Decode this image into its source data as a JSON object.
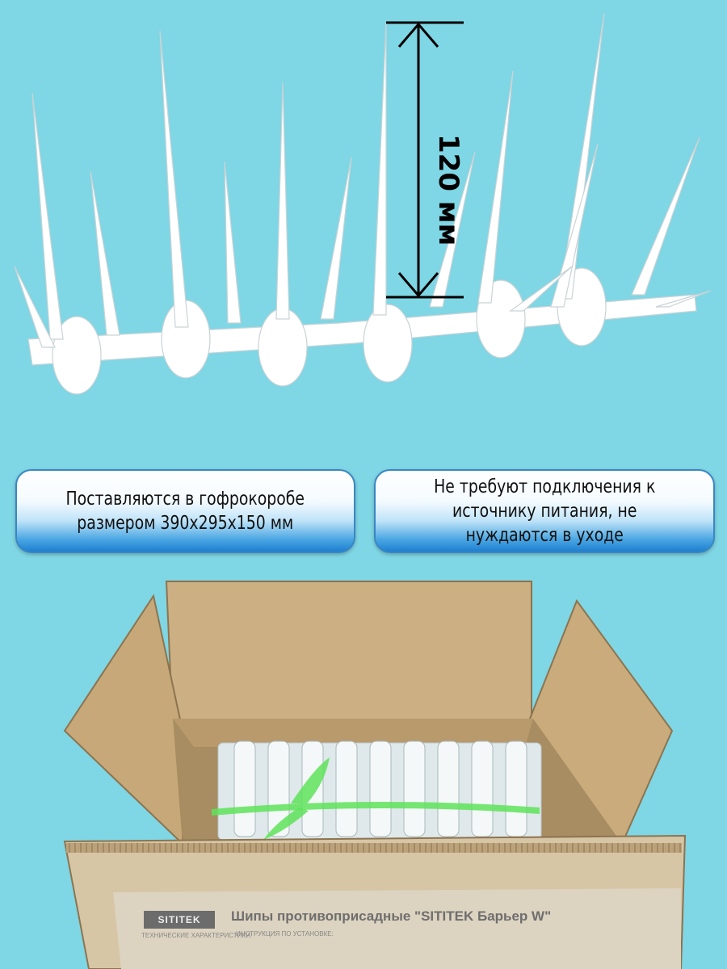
{
  "product_image": {
    "dimension_label": "120 мм"
  },
  "info_buttons": {
    "left": {
      "line1": "Поставляются в гофрокоробе",
      "line2": "размером 390x295x150 мм"
    },
    "right": {
      "line1": "Не требуют подключения к",
      "line2": "источнику питания, не",
      "line3": "нуждаются в уходе"
    }
  },
  "box_label": {
    "brand": "SITITEK",
    "title": "Шипы противоприсадные \"SITITEK Барьер W\"",
    "specs_heading": "ТЕХНИЧЕСКИЕ ХАРАКТЕРИСТИКИ:",
    "install_heading": "ИНСТРУКЦИЯ ПО УСТАНОВКЕ:"
  },
  "colors": {
    "background": "#7fd6e4",
    "button_border": "#3a86c4",
    "box_cardboard": "#c9ab7f",
    "tape": "#5ee35a"
  }
}
